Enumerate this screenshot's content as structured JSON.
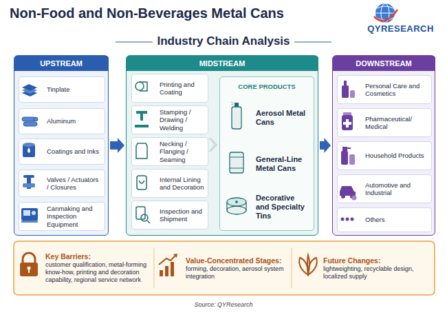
{
  "diagram": {
    "title": "Non-Food and Non-Beverages Metal Cans",
    "caption": "Source: QYResearch",
    "nodes": [
      {
        "text": [
          "UPSTREAM"
        ]
      },
      {
        "text": [
          "Tinplate"
        ],
        "in": 0
      },
      {
        "text": [
          "Aluminum"
        ],
        "in": 0
      },
      {
        "text": [
          "Coatings and Inks"
        ],
        "in": 0
      },
      {
        "text": [
          "Valves / Actuators / Closures"
        ],
        "in": 0
      },
      {
        "text": [
          "Canmaking and Inspection Equipment"
        ],
        "in": 0
      },
      {
        "text": [
          "MIDSTREAM"
        ]
      },
      {
        "text": [
          "Printing and Coating"
        ],
        "in": 6
      },
      {
        "text": [
          "Stamping / Drawing / Welding"
        ],
        "in": 6
      },
      {
        "text": [
          "Necking / Flanging / Seaming"
        ],
        "in": 6
      },
      {
        "text": [
          "Internal Lining and Decoration"
        ],
        "in": 6
      },
      {
        "text": [
          "Inspection and Shipment"
        ],
        "in": 6
      },
      {
        "text": [
          "CORE PRODUCTS"
        ],
        "in": 6
      },
      {
        "text": [
          "Aerosol Metal Cans"
        ],
        "in": 12
      },
      {
        "text": [
          "General-Line Metal Cans"
        ],
        "in": 12
      },
      {
        "text": [
          "Decorative and Specialty Tins"
        ],
        "in": 12
      },
      {
        "text": [
          "DOWNSTREAM"
        ]
      },
      {
        "text": [
          "Personal Care and Cosmetics"
        ],
        "in": 16
      },
      {
        "text": [
          "Pharmaceutical/ Medical"
        ],
        "in": 16
      },
      {
        "text": [
          "Household Products"
        ],
        "in": 16
      },
      {
        "text": [
          "Automotive and Industrial"
        ],
        "in": 16
      },
      {
        "text": [
          "Others"
        ],
        "in": 16
      },
      {
        "text": [
          "Key Barriers:",
          "customer qualification, metal-forming know-how, printing and decoration capability, regional service network"
        ]
      },
      {
        "text": [
          "Value-Concentrated Stages:",
          "forming, decoration, aerosol system integration"
        ]
      },
      {
        "text": [
          "Future Changes:",
          "lightweighting, recyclable design, localized supply"
        ]
      }
    ],
    "edges": [
      {
        "from": 0,
        "to": 6,
        "arrow": "to"
      },
      {
        "from": 6,
        "to": 16,
        "arrow": "to"
      }
    ],
    "labels": [
      "Industry Chain Analysis",
      "QYRESEARCH"
    ]
  }
}
